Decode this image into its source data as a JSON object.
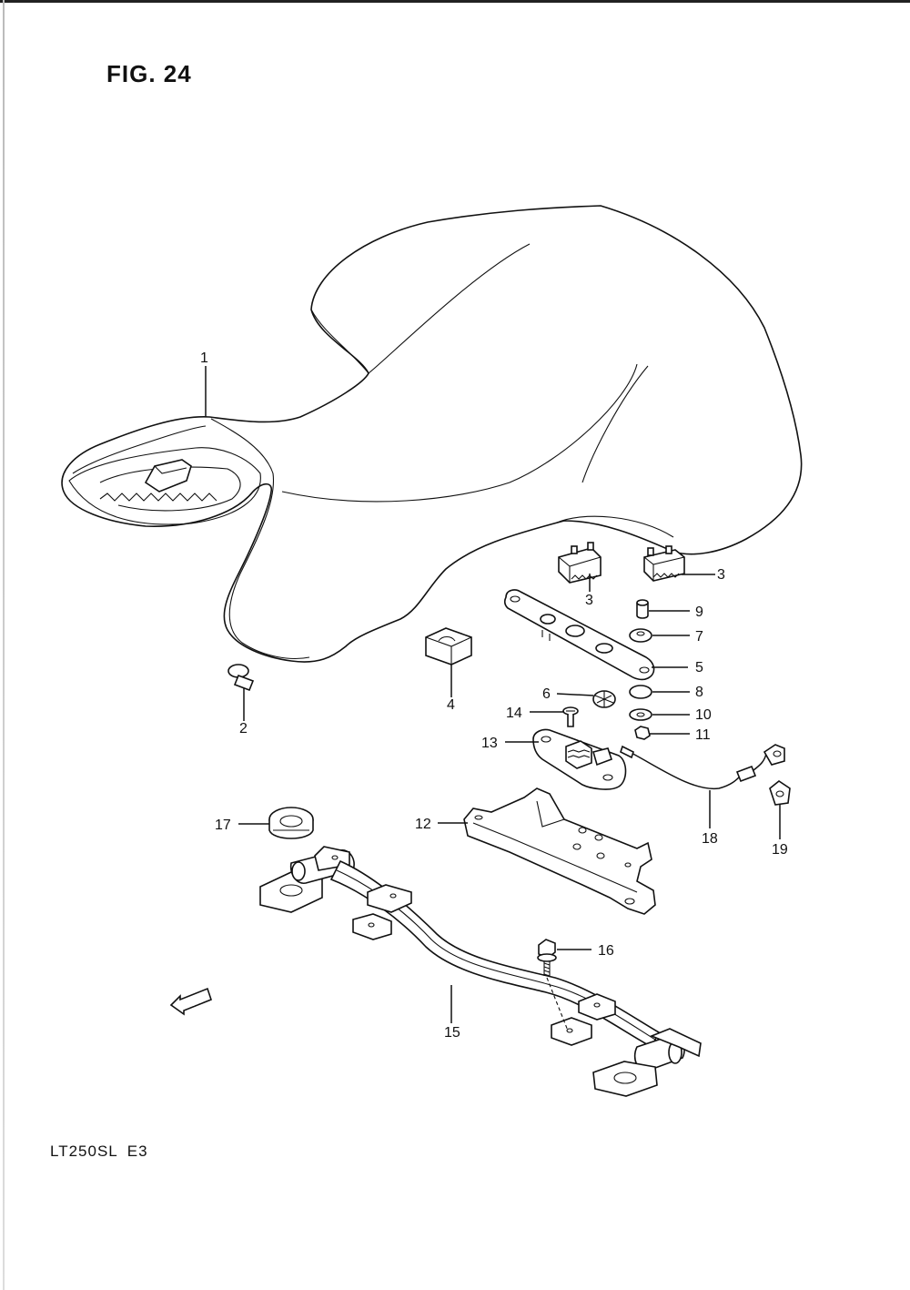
{
  "figure": {
    "title": "FIG. 24"
  },
  "model": {
    "code": "LT250SL",
    "region": "E3"
  },
  "fwd_label": "FWD",
  "callouts": [
    {
      "id": "1",
      "text": "1"
    },
    {
      "id": "2",
      "text": "2"
    },
    {
      "id": "3a",
      "text": "3"
    },
    {
      "id": "3b",
      "text": "3"
    },
    {
      "id": "4",
      "text": "4"
    },
    {
      "id": "5",
      "text": "5"
    },
    {
      "id": "6",
      "text": "6"
    },
    {
      "id": "7",
      "text": "7"
    },
    {
      "id": "8",
      "text": "8"
    },
    {
      "id": "9",
      "text": "9"
    },
    {
      "id": "10",
      "text": "10"
    },
    {
      "id": "11",
      "text": "11"
    },
    {
      "id": "12",
      "text": "12"
    },
    {
      "id": "13",
      "text": "13"
    },
    {
      "id": "14",
      "text": "14"
    },
    {
      "id": "15",
      "text": "15"
    },
    {
      "id": "16",
      "text": "16"
    },
    {
      "id": "17",
      "text": "17"
    },
    {
      "id": "18",
      "text": "18"
    },
    {
      "id": "19",
      "text": "19"
    }
  ]
}
